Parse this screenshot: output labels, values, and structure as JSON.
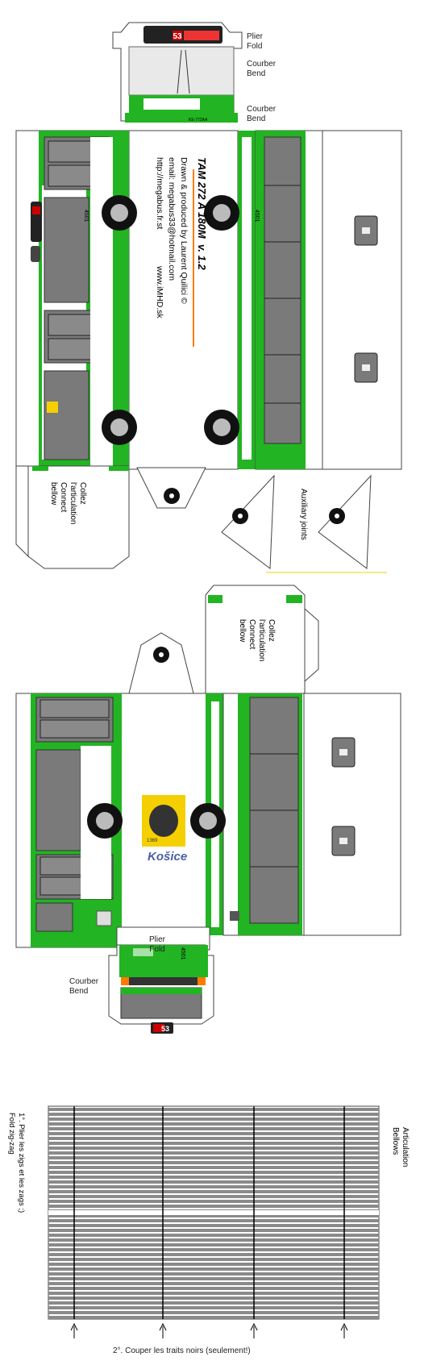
{
  "route_number": "53",
  "front_display_text": "53",
  "fleet_number": "4501",
  "plate_text": "KE-772AA",
  "labels": {
    "plier_fold_1": "Plier\nFold",
    "courber_bend_1": "Courber\nBend",
    "courber_bend_2": "Courber\nBend",
    "plier_fold_2": "Plier\nFold",
    "courber_bend_3": "Courber\nBend",
    "collez_1": "Collez\nl'articulation\nConnect\nbellow",
    "collez_2": "Collez\nl'articulation\nConnect\nbellow",
    "auxiliary": "Auxiliary joints"
  },
  "credits": {
    "title": "TAM 272 A 180M  v. 1.2",
    "line1": "Drawn & produced by Laurent Quilici ©",
    "line2": "email: megabus33@hotmail.com",
    "line3a": "http://megabus.fr.st",
    "line3b": "www.iMHD.sk"
  },
  "kosice": {
    "logo_text": "Košice",
    "crest_year": "1369"
  },
  "bellows": {
    "side_text_left": "1°. Plier les zigs et les zags ;)",
    "side_text_left2": "Fold zig-zag",
    "side_text_right": "Articulation\nBellows",
    "bottom_text": "2°. Couper les traits noirs (seulement!)"
  },
  "colors": {
    "green": "#22b422",
    "dark_green": "#128812",
    "grey_window": "#7a7a7a",
    "dark_grey": "#444444",
    "yellow": "#f5d000",
    "orange": "#ff7a00",
    "red": "#cc1111"
  }
}
